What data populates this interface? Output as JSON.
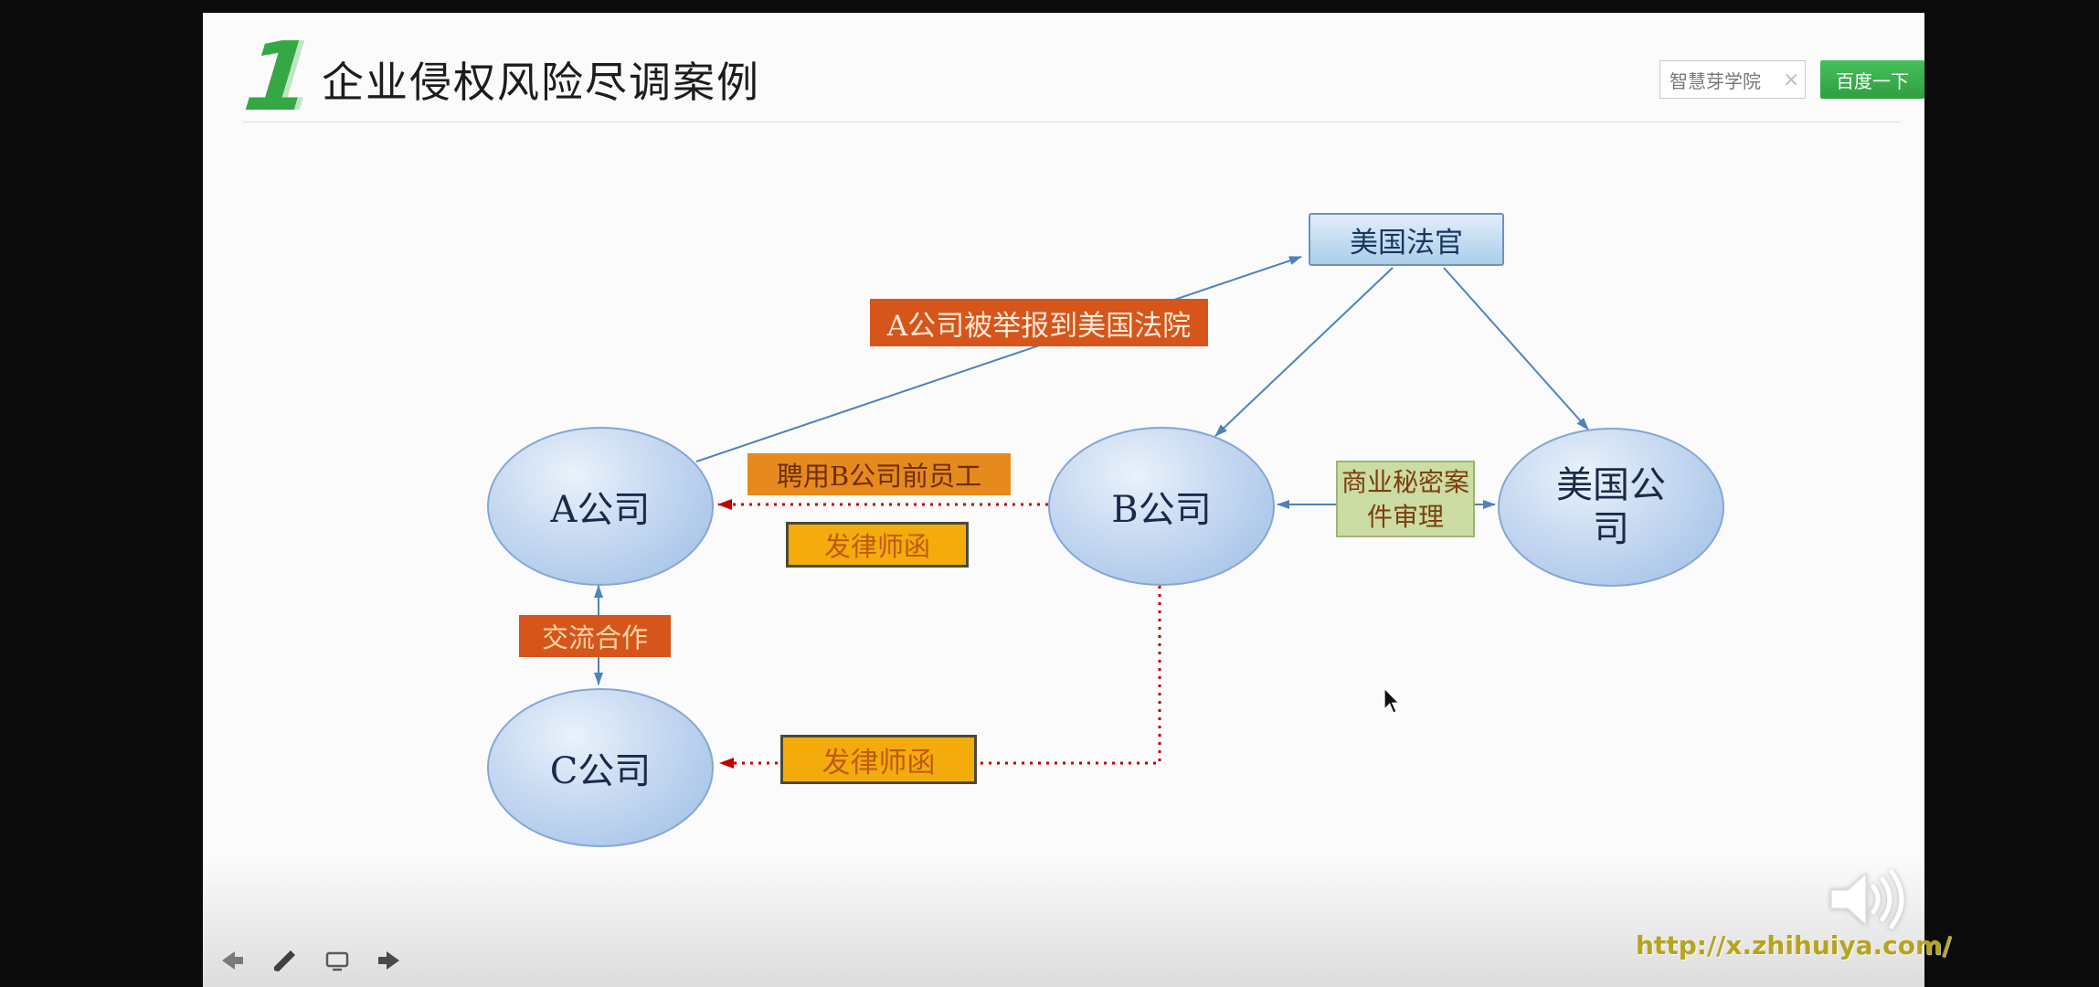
{
  "header": {
    "logo_text": "1",
    "title": "企业侵权风险尽调案例",
    "search_value": "智慧芽学院",
    "search_clear": "×",
    "search_button": "百度一下"
  },
  "diagram": {
    "judge": "美国法官",
    "company_a": "A公司",
    "company_b": "B公司",
    "company_us": "美国公司",
    "company_c": "C公司",
    "label_report": "A公司被举报到美国法院",
    "label_hire": "聘用B公司前员工",
    "label_lawyer_letter_1": "发律师函",
    "label_lawyer_letter_2": "发律师函",
    "label_trade_secret": "商业秘密案件审理",
    "label_cooperation": "交流合作"
  },
  "footer": {
    "url": "http://x.zhihuiya.com/"
  },
  "colors": {
    "accent_green": "#3CB04A",
    "node_blue_fill": "#c3d7f0",
    "node_blue_border": "#84a7d4",
    "arrow_blue": "#4f81bd",
    "arrow_red": "#C00000",
    "label_orange_dark": "#D5551B",
    "label_orange": "#E78A1E",
    "label_gold": "#F3AC0C",
    "label_green": "#CBDCA4",
    "url_gold": "#B5A41E"
  }
}
